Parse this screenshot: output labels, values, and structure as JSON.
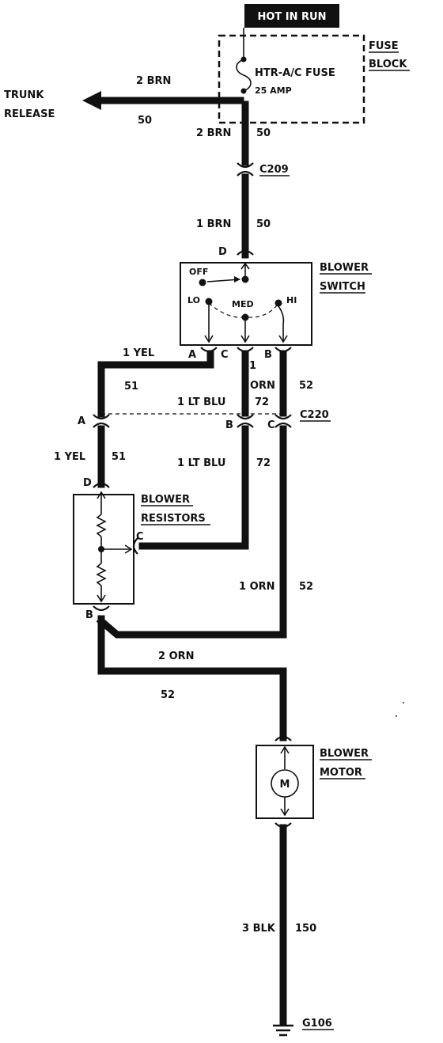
{
  "power": {
    "hot_label": "HOT IN RUN"
  },
  "fuse_block": {
    "title_line1": "FUSE",
    "title_line2": "BLOCK",
    "fuse_name": "HTR-A/C FUSE",
    "fuse_rating": "25 AMP"
  },
  "trunk": {
    "label_line1": "TRUNK",
    "label_line2": "RELEASE",
    "wire": "2 BRN",
    "circuit": "50"
  },
  "wires": {
    "fuse_out_wire": "2 BRN",
    "fuse_out_circuit": "50",
    "c209_label": "C209",
    "switch_feed_wire": "1 BRN",
    "switch_feed_circuit": "50",
    "yel_top_wire": "1 YEL",
    "yel_top_circuit": "51",
    "yel_mid_wire": "1 YEL",
    "yel_mid_circuit": "51",
    "orn_gauge": "1",
    "orn_color": "ORN",
    "ltblu_top_wire": "1 LT BLU",
    "ltblu_top_circuit": "72",
    "ltblu_mid_wire": "1 LT BLU",
    "ltblu_mid_circuit": "72",
    "orn52_top_circuit": "52",
    "c220_label": "C220",
    "orn_side_wire": "1 ORN",
    "orn_side_circuit": "52",
    "orn_bottom_wire": "2 ORN",
    "orn_bottom_circuit": "52",
    "blk_wire": "3 BLK",
    "blk_circuit": "150",
    "ground_label": "G106"
  },
  "blower_switch": {
    "title_line1": "BLOWER",
    "title_line2": "SWITCH",
    "off": "OFF",
    "lo": "LO",
    "med": "MED",
    "hi": "HI",
    "pin_d": "D",
    "pin_a": "A",
    "pin_c": "C",
    "pin_b": "B"
  },
  "c220": {
    "pin_a": "A",
    "pin_b": "B",
    "pin_c": "C"
  },
  "blower_resistors": {
    "title_line1": "BLOWER",
    "title_line2": "RESISTORS",
    "pin_d": "D",
    "pin_c": "C",
    "pin_b": "B"
  },
  "blower_motor": {
    "title_line1": "BLOWER",
    "title_line2": "MOTOR",
    "symbol": "M"
  }
}
